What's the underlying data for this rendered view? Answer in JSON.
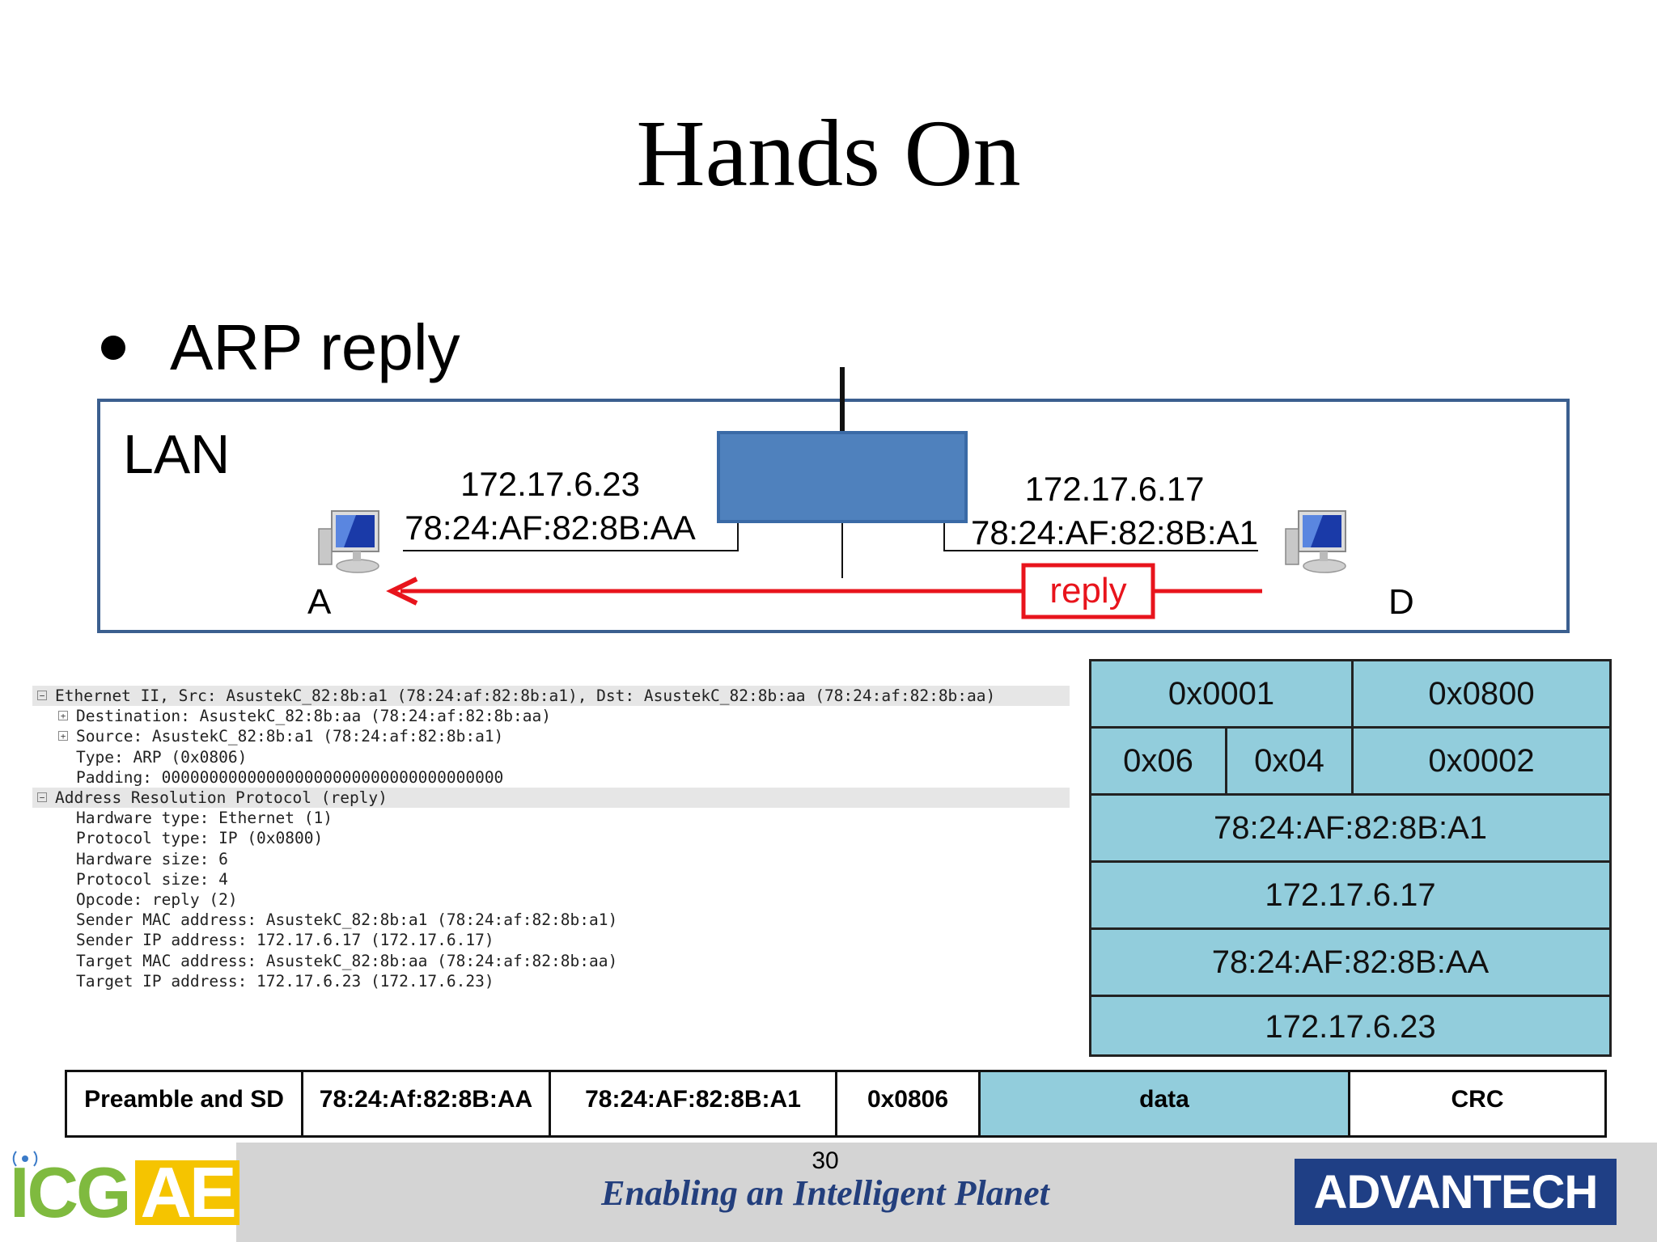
{
  "slide": {
    "title": "Hands On",
    "bullet": "ARP reply",
    "page_number": "30"
  },
  "diagram": {
    "lan_label": "LAN",
    "host_a": {
      "ip": "172.17.6.23",
      "mac": "78:24:AF:82:8B:AA",
      "label": "A"
    },
    "host_d": {
      "ip": "172.17.6.17",
      "mac": "78:24:AF:82:8B:A1",
      "label": "D"
    },
    "arrow_label": "reply",
    "colors": {
      "lan_border": "#3b5f8f",
      "switch": "#4f81bd",
      "arrow": "#e8141c"
    }
  },
  "wireshark": {
    "lines": [
      {
        "text": "Ethernet II, Src: AsustekC_82:8b:a1 (78:24:af:82:8b:a1), Dst: AsustekC_82:8b:aa (78:24:af:82:8b:aa)",
        "toggle": "−",
        "indent": 0,
        "highlight": true
      },
      {
        "text": "Destination: AsustekC_82:8b:aa (78:24:af:82:8b:aa)",
        "toggle": "+",
        "indent": 1,
        "highlight": false
      },
      {
        "text": "Source: AsustekC_82:8b:a1 (78:24:af:82:8b:a1)",
        "toggle": "+",
        "indent": 1,
        "highlight": false
      },
      {
        "text": "Type: ARP (0x0806)",
        "toggle": "",
        "indent": 1,
        "highlight": false
      },
      {
        "text": "Padding: 000000000000000000000000000000000000",
        "toggle": "",
        "indent": 1,
        "highlight": false
      },
      {
        "text": "Address Resolution Protocol (reply)",
        "toggle": "−",
        "indent": 0,
        "highlight": true
      },
      {
        "text": "Hardware type: Ethernet (1)",
        "toggle": "",
        "indent": 1,
        "highlight": false
      },
      {
        "text": "Protocol type: IP (0x0800)",
        "toggle": "",
        "indent": 1,
        "highlight": false
      },
      {
        "text": "Hardware size: 6",
        "toggle": "",
        "indent": 1,
        "highlight": false
      },
      {
        "text": "Protocol size: 4",
        "toggle": "",
        "indent": 1,
        "highlight": false
      },
      {
        "text": "Opcode: reply (2)",
        "toggle": "",
        "indent": 1,
        "highlight": false
      },
      {
        "text": "Sender MAC address: AsustekC_82:8b:a1 (78:24:af:82:8b:a1)",
        "toggle": "",
        "indent": 1,
        "highlight": false
      },
      {
        "text": "Sender IP address: 172.17.6.17 (172.17.6.17)",
        "toggle": "",
        "indent": 1,
        "highlight": false
      },
      {
        "text": "Target MAC address: AsustekC_82:8b:aa (78:24:af:82:8b:aa)",
        "toggle": "",
        "indent": 1,
        "highlight": false
      },
      {
        "text": "Target IP address: 172.17.6.23 (172.17.6.23)",
        "toggle": "",
        "indent": 1,
        "highlight": false
      }
    ]
  },
  "arp_packet": {
    "hw_type": "0x0001",
    "proto_type": "0x0800",
    "hw_size": "0x06",
    "proto_size": "0x04",
    "opcode": "0x0002",
    "sender_mac": "78:24:AF:82:8B:A1",
    "sender_ip": "172.17.6.17",
    "target_mac": "78:24:AF:82:8B:AA",
    "target_ip": "172.17.6.23",
    "fill_color": "#92cddc"
  },
  "frame": {
    "cells": [
      {
        "label": "Preamble and SD",
        "highlight": false
      },
      {
        "label": "78:24:Af:82:8B:AA",
        "highlight": false
      },
      {
        "label": "78:24:AF:82:8B:A1",
        "highlight": false
      },
      {
        "label": "0x0806",
        "highlight": false
      },
      {
        "label": "data",
        "highlight": true
      },
      {
        "label": "CRC",
        "highlight": false
      }
    ]
  },
  "footer": {
    "left_logo_text_1": "ICG",
    "left_logo_text_2": "AE",
    "tagline": "Enabling an Intelligent Planet",
    "right_logo_text": "ADVANTECH",
    "colors": {
      "tagline": "#233f7d",
      "right_logo_bg": "#1f3f85",
      "icg_green": "#7fba3f",
      "ae_yellow": "#f5c400"
    }
  },
  "icons": [
    "computer-icon-a",
    "computer-icon-d",
    "switch-box"
  ]
}
